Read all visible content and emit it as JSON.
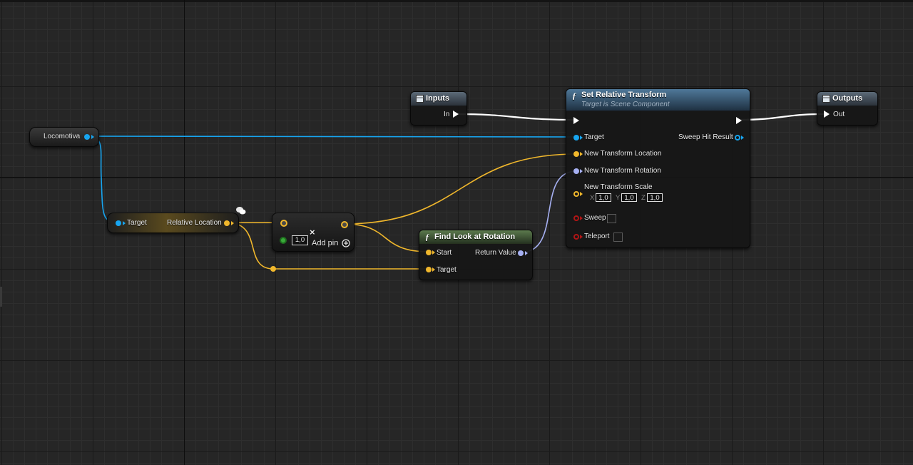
{
  "nodes": {
    "inputs": {
      "title": "Inputs",
      "pin_in": "In"
    },
    "outputs": {
      "title": "Outputs",
      "pin_out": "Out"
    },
    "locomotiva": {
      "label": "Locomotiva"
    },
    "get_relative_location": {
      "pin_target": "Target",
      "pin_out": "Relative Location"
    },
    "multiply": {
      "value": "1,0",
      "operator": "×",
      "add_pin": "Add pin"
    },
    "find_look_at_rotation": {
      "title": "Find Look at Rotation",
      "pin_start": "Start",
      "pin_target": "Target",
      "pin_return": "Return Value"
    },
    "set_relative_transform": {
      "title": "Set Relative Transform",
      "subtitle": "Target is Scene Component",
      "pin_target": "Target",
      "pin_location": "New Transform Location",
      "pin_rotation": "New Transform Rotation",
      "pin_scale": "New Transform Scale",
      "scale_x_label": "X",
      "scale_x": "1,0",
      "scale_y_label": "Y",
      "scale_y": "1,0",
      "scale_z_label": "Z",
      "scale_z": "1,0",
      "pin_sweep": "Sweep",
      "pin_teleport": "Teleport",
      "pin_sweep_hit": "Sweep Hit Result"
    }
  },
  "icons": {
    "function": "function-icon",
    "struct": "struct-icon",
    "add_pin": "add-pin-icon",
    "comment": "comment-bubble-icon"
  },
  "colors": {
    "background": "#262626",
    "exec_wire": "#ffffff",
    "object_pin": "#17a5f0",
    "vector_pin": "#f0b72c",
    "rotator_pin": "#a6b0f2",
    "float_pin": "#3aaa3a",
    "bool_pin": "#b01515",
    "function_header": "#4f7899",
    "pure_function_header": "#5b7a4d"
  }
}
